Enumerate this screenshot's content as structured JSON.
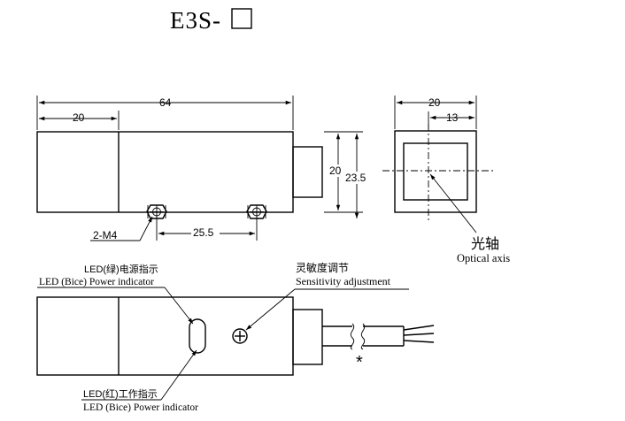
{
  "title": "E3S-",
  "dimensions": {
    "overall_length": "64",
    "head_length": "20",
    "height": "20",
    "height_with_cap": "23.5",
    "end_width": "20",
    "end_offset": "13",
    "hole_spacing": "25.5",
    "mount_holes": "2-M4"
  },
  "labels": {
    "optical_axis_cn": "光轴",
    "optical_axis_en": "Optical axis",
    "led_green_cn": "LED(绿)电源指示",
    "led_green_en": "LED  (Bice) Power indicator",
    "sensitivity_cn": "灵敏度调节",
    "sensitivity_en": "Sensitivity adjustment",
    "led_red_cn": "LED(红)工作指示",
    "led_red_en": "LED  (Bice) Power indicator",
    "cable_mark": "*"
  }
}
